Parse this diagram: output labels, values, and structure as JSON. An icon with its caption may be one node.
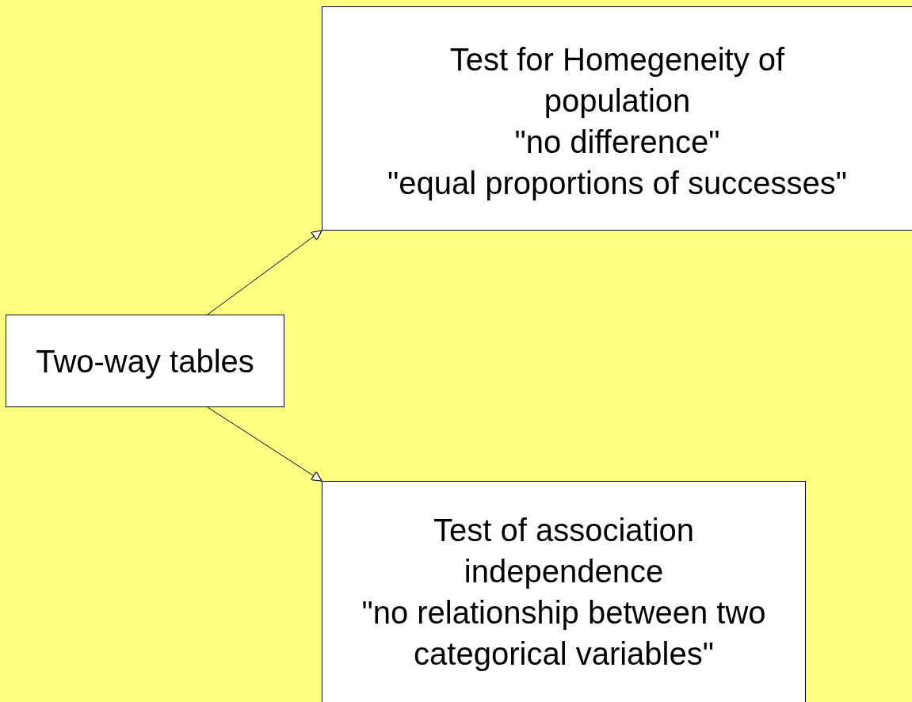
{
  "diagram": {
    "nodes": [
      {
        "text": [
          "Two-way tables"
        ]
      },
      {
        "text": [
          "Test for Homegeneity of population",
          "\"no difference\"",
          "\"equal proportions of successes\""
        ]
      },
      {
        "text": [
          "Test of association",
          "independence",
          "\"no relationship between two categorical variables\""
        ]
      }
    ],
    "edges": [
      {
        "from": 0,
        "to": 1,
        "arrow": "to"
      },
      {
        "from": 0,
        "to": 2,
        "arrow": "to"
      }
    ]
  }
}
